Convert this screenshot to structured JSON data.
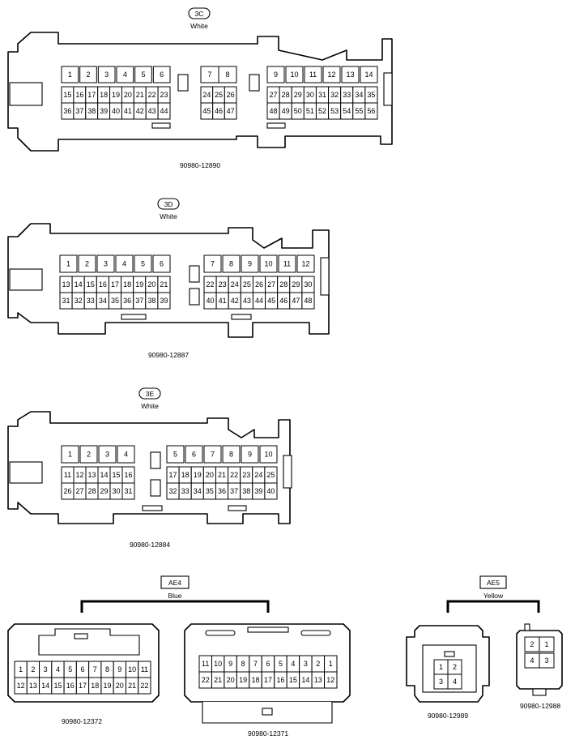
{
  "connectors": {
    "c3C": {
      "code": "3C",
      "color": "White",
      "part": "90980-12890",
      "top_a": [
        "1",
        "2",
        "3",
        "4",
        "5",
        "6"
      ],
      "top_b": [
        "7",
        "8"
      ],
      "top_c": [
        "9",
        "10",
        "11",
        "12",
        "13",
        "14"
      ],
      "mid_a": [
        "15",
        "16",
        "17",
        "18",
        "19",
        "20",
        "21",
        "22",
        "23"
      ],
      "mid_b": [
        "24",
        "25",
        "26"
      ],
      "mid_c": [
        "27",
        "28",
        "29",
        "30",
        "31",
        "32",
        "33",
        "34",
        "35"
      ],
      "bot_a": [
        "36",
        "37",
        "38",
        "39",
        "40",
        "41",
        "42",
        "43",
        "44"
      ],
      "bot_b": [
        "45",
        "46",
        "47"
      ],
      "bot_c": [
        "48",
        "49",
        "50",
        "51",
        "52",
        "53",
        "54",
        "55",
        "56"
      ]
    },
    "c3D": {
      "code": "3D",
      "color": "White",
      "part": "90980-12887",
      "top_a": [
        "1",
        "2",
        "3",
        "4",
        "5",
        "6"
      ],
      "top_b": [
        "7",
        "8",
        "9",
        "10",
        "11",
        "12"
      ],
      "mid_a": [
        "13",
        "14",
        "15",
        "16",
        "17",
        "18",
        "19",
        "20",
        "21"
      ],
      "mid_b": [
        "22",
        "23",
        "24",
        "25",
        "26",
        "27",
        "28",
        "29",
        "30"
      ],
      "bot_a": [
        "31",
        "32",
        "33",
        "34",
        "35",
        "36",
        "37",
        "38",
        "39"
      ],
      "bot_b": [
        "40",
        "41",
        "42",
        "43",
        "44",
        "45",
        "46",
        "47",
        "48"
      ]
    },
    "c3E": {
      "code": "3E",
      "color": "White",
      "part": "90980-12884",
      "top_a": [
        "1",
        "2",
        "3",
        "4"
      ],
      "top_b": [
        "5",
        "6",
        "7",
        "8",
        "9",
        "10"
      ],
      "mid_a": [
        "11",
        "12",
        "13",
        "14",
        "15",
        "16"
      ],
      "mid_b": [
        "17",
        "18",
        "19",
        "20",
        "21",
        "22",
        "23",
        "24",
        "25"
      ],
      "bot_a": [
        "26",
        "27",
        "28",
        "29",
        "30",
        "31"
      ],
      "bot_b": [
        "32",
        "33",
        "34",
        "35",
        "36",
        "37",
        "38",
        "39",
        "40"
      ]
    },
    "ae4": {
      "code": "AE4",
      "color": "Blue",
      "left": {
        "part": "90980-12372",
        "row1": [
          "1",
          "2",
          "3",
          "4",
          "5",
          "6",
          "7",
          "8",
          "9",
          "10",
          "11"
        ],
        "row2": [
          "12",
          "13",
          "14",
          "15",
          "16",
          "17",
          "18",
          "19",
          "20",
          "21",
          "22"
        ]
      },
      "right": {
        "part": "90980-12371",
        "row1": [
          "11",
          "10",
          "9",
          "8",
          "7",
          "6",
          "5",
          "4",
          "3",
          "2",
          "1"
        ],
        "row2": [
          "22",
          "21",
          "20",
          "19",
          "18",
          "17",
          "16",
          "15",
          "14",
          "13",
          "12"
        ]
      }
    },
    "ae5": {
      "code": "AE5",
      "color": "Yellow",
      "left": {
        "part": "90980-12989",
        "row1": [
          "1",
          "2"
        ],
        "row2": [
          "3",
          "4"
        ]
      },
      "right": {
        "part": "90980-12988",
        "row1": [
          "2",
          "1"
        ],
        "row2": [
          "4",
          "3"
        ]
      }
    }
  }
}
